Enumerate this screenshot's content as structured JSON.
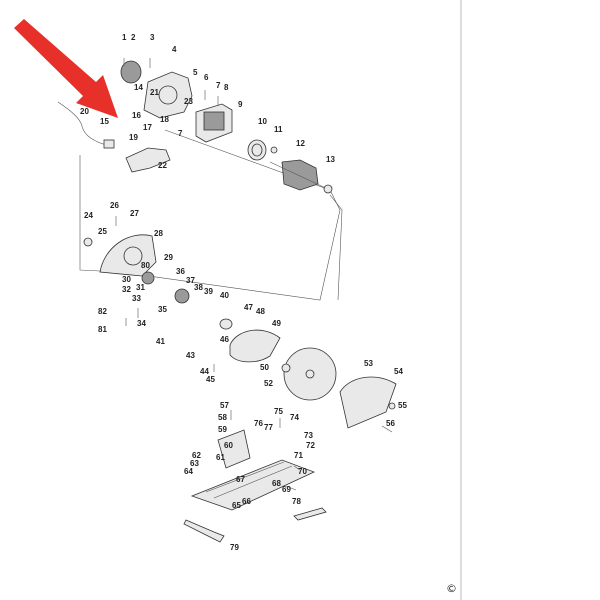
{
  "parts": [
    {
      "id": "1",
      "label": "1"
    },
    {
      "id": "2",
      "label": "2"
    },
    {
      "id": "3",
      "label": "3"
    },
    {
      "id": "4",
      "label": "4"
    },
    {
      "id": "5",
      "label": "5"
    },
    {
      "id": "6",
      "label": "6"
    },
    {
      "id": "7a",
      "label": "7"
    },
    {
      "id": "7b",
      "label": "7"
    },
    {
      "id": "8",
      "label": "8"
    },
    {
      "id": "9",
      "label": "9"
    },
    {
      "id": "10",
      "label": "10"
    },
    {
      "id": "11",
      "label": "11"
    },
    {
      "id": "12",
      "label": "12"
    },
    {
      "id": "13",
      "label": "13"
    },
    {
      "id": "14",
      "label": "14"
    },
    {
      "id": "15",
      "label": "15"
    },
    {
      "id": "16",
      "label": "16"
    },
    {
      "id": "17",
      "label": "17"
    },
    {
      "id": "18",
      "label": "18"
    },
    {
      "id": "19",
      "label": "19"
    },
    {
      "id": "20",
      "label": "20"
    },
    {
      "id": "21",
      "label": "21"
    },
    {
      "id": "22",
      "label": "22"
    },
    {
      "id": "23",
      "label": "23"
    },
    {
      "id": "24",
      "label": "24"
    },
    {
      "id": "25",
      "label": "25"
    },
    {
      "id": "26",
      "label": "26"
    },
    {
      "id": "27",
      "label": "27"
    },
    {
      "id": "28",
      "label": "28"
    },
    {
      "id": "29",
      "label": "29"
    },
    {
      "id": "30",
      "label": "30"
    },
    {
      "id": "31",
      "label": "31"
    },
    {
      "id": "32",
      "label": "32"
    },
    {
      "id": "33",
      "label": "33"
    },
    {
      "id": "34",
      "label": "34"
    },
    {
      "id": "35",
      "label": "35"
    },
    {
      "id": "36",
      "label": "36"
    },
    {
      "id": "37",
      "label": "37"
    },
    {
      "id": "38",
      "label": "38"
    },
    {
      "id": "39",
      "label": "39"
    },
    {
      "id": "40",
      "label": "40"
    },
    {
      "id": "41",
      "label": "41"
    },
    {
      "id": "43",
      "label": "43"
    },
    {
      "id": "44",
      "label": "44"
    },
    {
      "id": "45",
      "label": "45"
    },
    {
      "id": "46",
      "label": "46"
    },
    {
      "id": "47",
      "label": "47"
    },
    {
      "id": "48",
      "label": "48"
    },
    {
      "id": "49",
      "label": "49"
    },
    {
      "id": "50",
      "label": "50"
    },
    {
      "id": "52",
      "label": "52"
    },
    {
      "id": "53",
      "label": "53"
    },
    {
      "id": "54",
      "label": "54"
    },
    {
      "id": "55",
      "label": "55"
    },
    {
      "id": "56",
      "label": "56"
    },
    {
      "id": "57",
      "label": "57"
    },
    {
      "id": "58",
      "label": "58"
    },
    {
      "id": "59",
      "label": "59"
    },
    {
      "id": "60",
      "label": "60"
    },
    {
      "id": "61",
      "label": "61"
    },
    {
      "id": "62",
      "label": "62"
    },
    {
      "id": "63",
      "label": "63"
    },
    {
      "id": "64",
      "label": "64"
    },
    {
      "id": "65",
      "label": "65"
    },
    {
      "id": "66",
      "label": "66"
    },
    {
      "id": "67",
      "label": "67"
    },
    {
      "id": "68",
      "label": "68"
    },
    {
      "id": "69",
      "label": "69"
    },
    {
      "id": "70",
      "label": "70"
    },
    {
      "id": "71",
      "label": "71"
    },
    {
      "id": "72",
      "label": "72"
    },
    {
      "id": "73",
      "label": "73"
    },
    {
      "id": "74",
      "label": "74"
    },
    {
      "id": "75",
      "label": "75"
    },
    {
      "id": "76",
      "label": "76"
    },
    {
      "id": "77",
      "label": "77"
    },
    {
      "id": "78",
      "label": "78"
    },
    {
      "id": "79",
      "label": "79"
    },
    {
      "id": "80",
      "label": "80"
    },
    {
      "id": "81",
      "label": "81"
    },
    {
      "id": "82",
      "label": "82"
    }
  ],
  "pointer_arrow": {
    "color": "#e8302a"
  },
  "footer": {
    "copyright": "©"
  }
}
